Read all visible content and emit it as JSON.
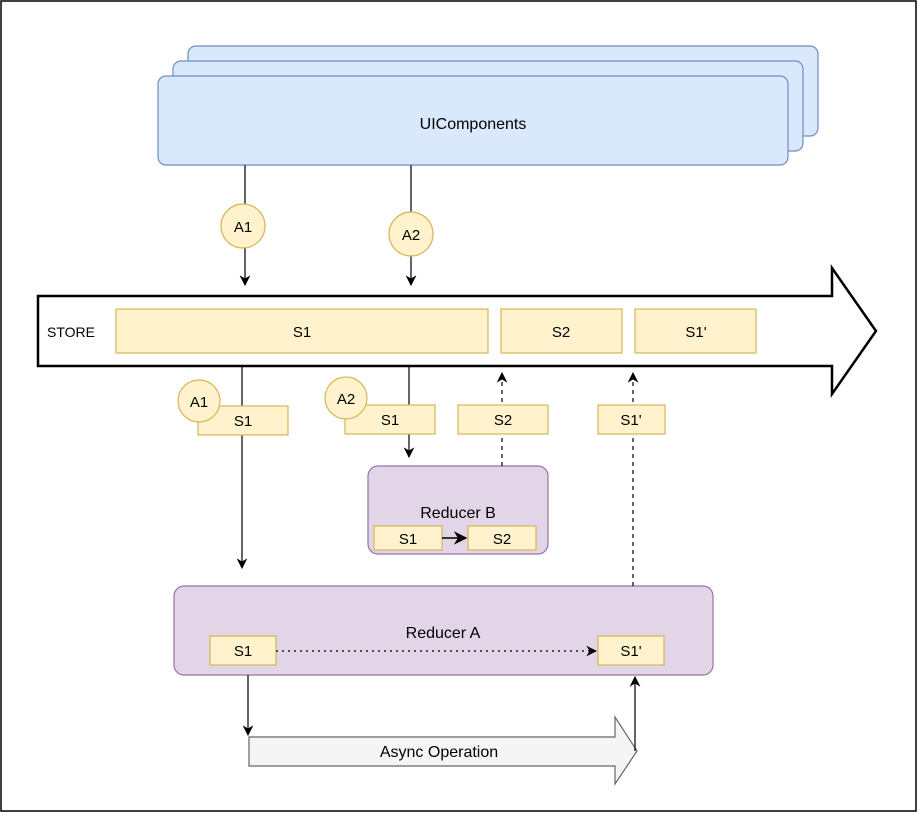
{
  "ui_components": {
    "label": "UIComponents"
  },
  "actions": {
    "a1": "A1",
    "a2": "A2"
  },
  "store": {
    "label": "STORE",
    "s1": "S1",
    "s2": "S2",
    "s1_prime": "S1'"
  },
  "flow": {
    "a1_token": "A1",
    "a1_state": "S1",
    "a2_token": "A2",
    "a2_state": "S1",
    "s2_return": "S2",
    "s1_prime_return": "S1'"
  },
  "reducer_b": {
    "title": "Reducer B",
    "input": "S1",
    "output": "S2"
  },
  "reducer_a": {
    "title": "Reducer A",
    "input": "S1",
    "output": "S1'"
  },
  "async": {
    "label": "Async Operation"
  },
  "colors": {
    "ui_fill": "#dae8fc",
    "ui_stroke": "#6c8ebf",
    "state_fill": "#fff2cc",
    "state_stroke": "#d6b656",
    "reducer_fill": "#e1d5e7",
    "reducer_stroke": "#9673a6",
    "async_fill": "#f5f5f5",
    "async_stroke": "#666666"
  }
}
